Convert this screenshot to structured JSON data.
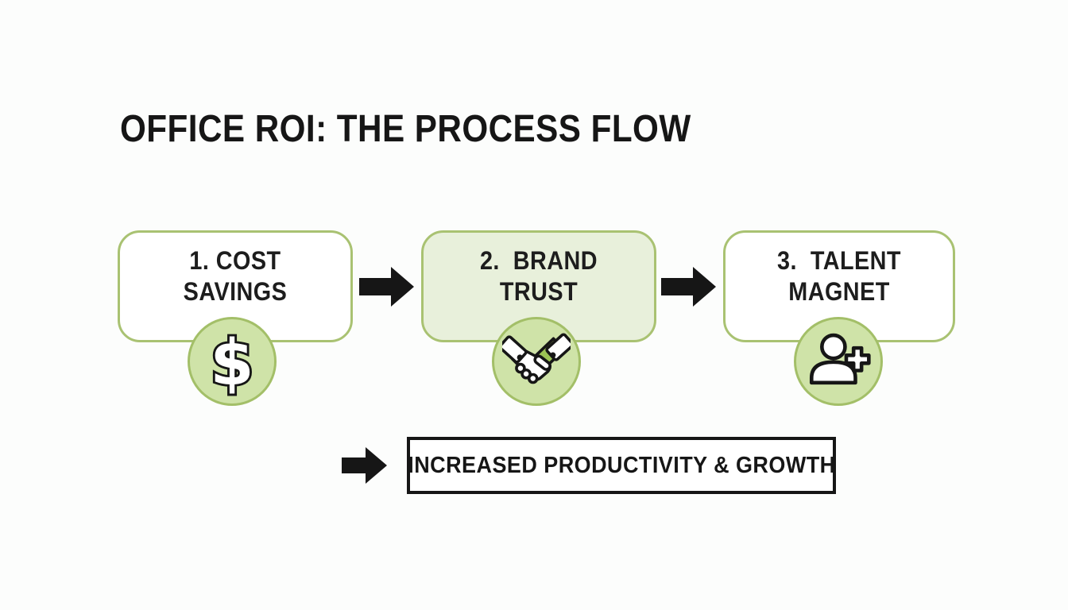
{
  "title": "OFFICE ROI: THE PROCESS FLOW",
  "steps": [
    {
      "line1": "1. COST",
      "line2": "SAVINGS",
      "icon": "dollar-sign-icon",
      "highlighted": false
    },
    {
      "line1": "2.  BRAND",
      "line2": "TRUST",
      "icon": "handshake-icon",
      "highlighted": true
    },
    {
      "line1": "3.  TALENT",
      "line2": "MAGNET",
      "icon": "person-add-icon",
      "highlighted": false
    }
  ],
  "outcome_label": "INCREASED PRODUCTIVITY & GROWTH",
  "icons": {
    "dollar_glyph": "$"
  },
  "colors": {
    "background": "#fcfdfc",
    "box_border_green": "#a9c272",
    "box_fill_highlight": "#e8f0db",
    "box_fill_default": "#ffffff",
    "circle_fill": "#cfe3a8",
    "circle_border": "#a3bf68",
    "handshake_hand_green": "#9cc355",
    "arrow_black": "#161616",
    "text_black": "#161616"
  }
}
